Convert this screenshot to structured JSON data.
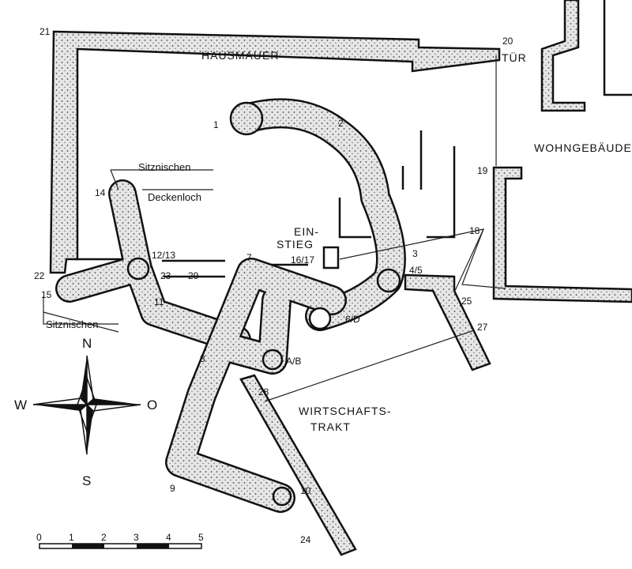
{
  "title_labels": {
    "house_wall": "HAUSMAUER",
    "door": "TÜR",
    "residential_building": "WOHNGEBÄUDE",
    "entrance_line1": "EIN-",
    "entrance_line2": "STIEG",
    "entrance_num": "16/17",
    "seat_niches_top": "Sitznischen",
    "ceiling_hole": "Deckenloch",
    "seat_niches_bottom": "Sitznischen",
    "utility_wing_line1": "WIRTSCHAFTS-",
    "utility_wing_line2": "TRAKT"
  },
  "points": {
    "p1": "1",
    "p2": "2",
    "p3": "3",
    "p45": "4/5",
    "p6d": "6/D",
    "p7": "7",
    "p8": "8",
    "p9": "9",
    "p10": "10",
    "p11": "11",
    "p1213": "12/13",
    "p14": "14",
    "p15": "15",
    "p18": "18",
    "p19": "19",
    "p20": "20",
    "p21": "21",
    "p22": "22",
    "p23": "23",
    "p29": "29",
    "p24": "24",
    "p25": "25",
    "p27": "27",
    "p28": "28",
    "pab": "A/B"
  },
  "compass": {
    "north": "N",
    "south": "S",
    "west": "W",
    "east": "O"
  },
  "scale": {
    "ticks": [
      "0",
      "1",
      "2",
      "3",
      "4",
      "5"
    ]
  }
}
